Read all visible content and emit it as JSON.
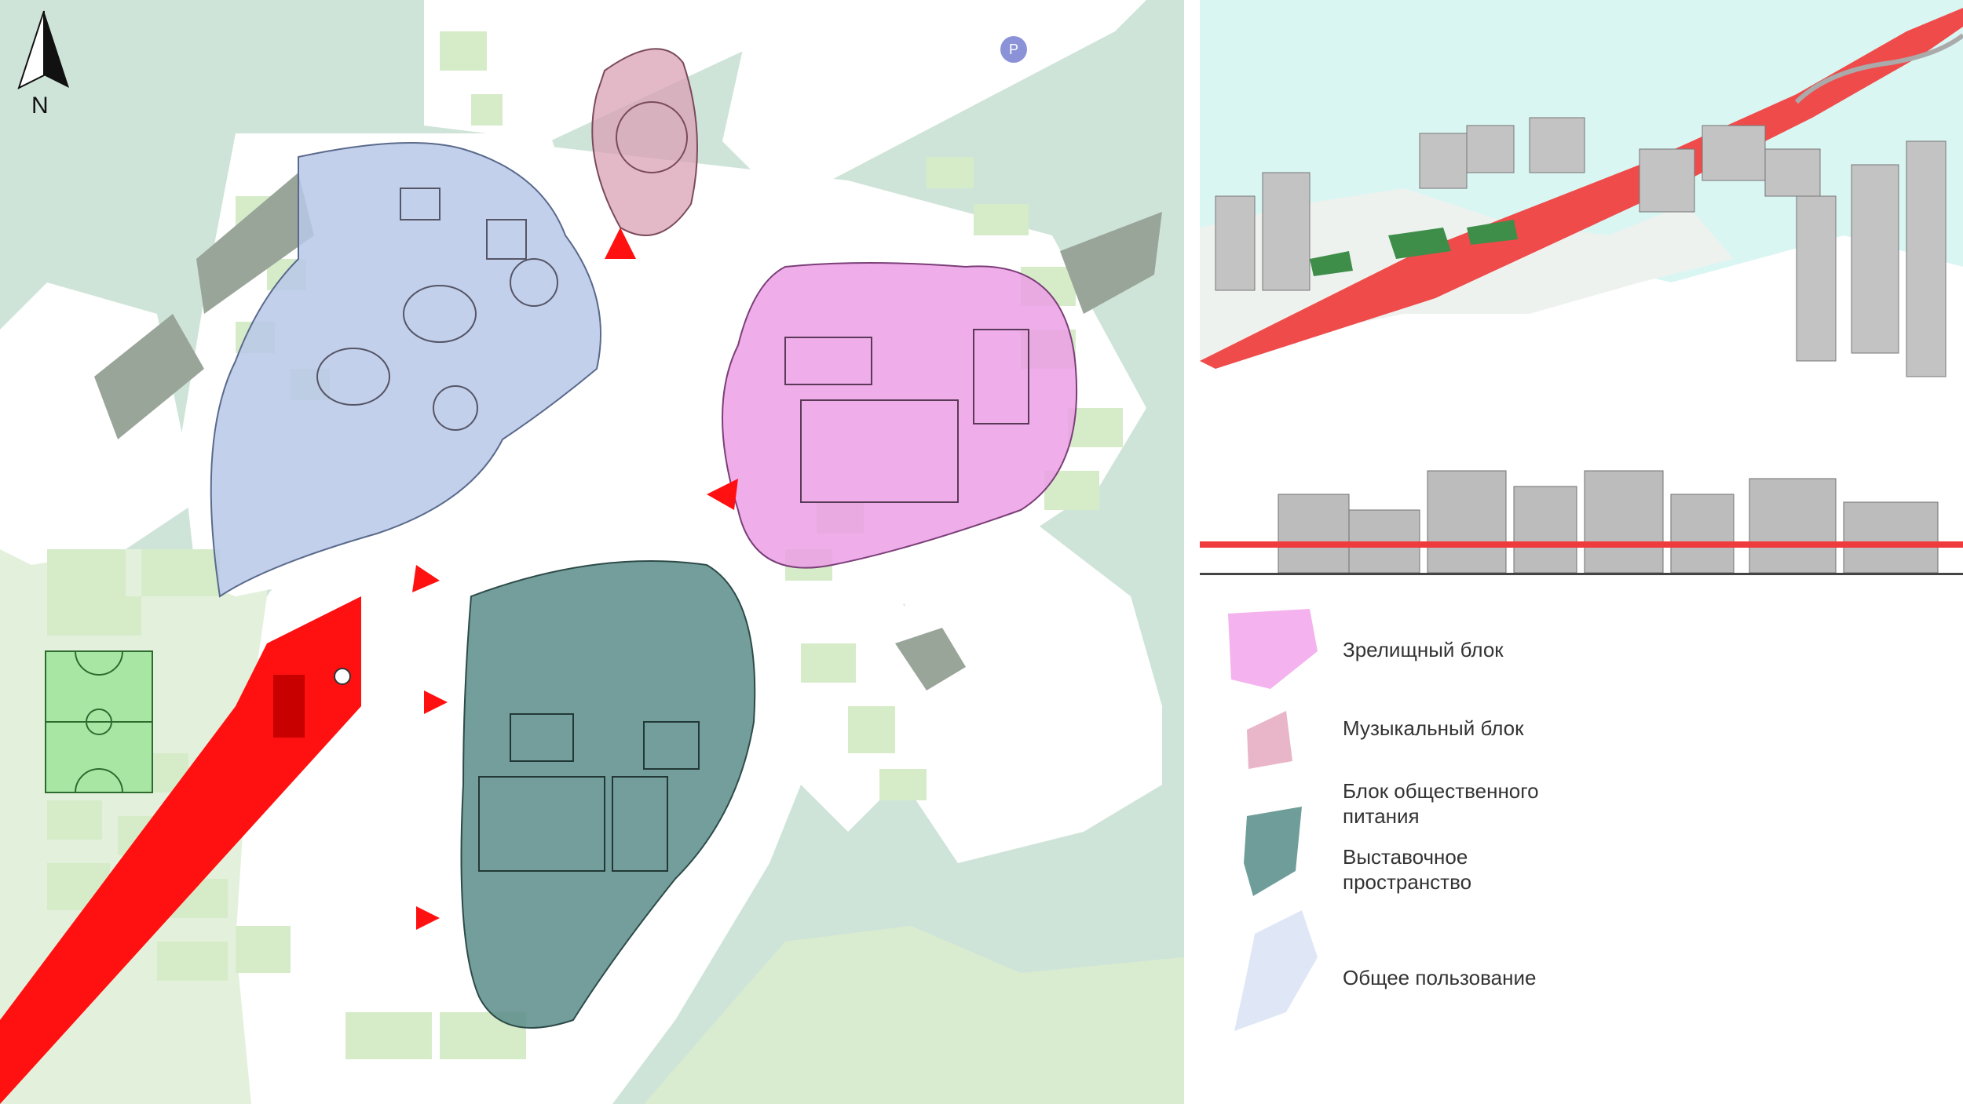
{
  "compass": {
    "label": "N",
    "icon": "north-arrow-icon"
  },
  "parking": {
    "label": "P",
    "icon": "parking-icon",
    "color": "#8c92d8"
  },
  "colors": {
    "water": "#cfe4d8",
    "green": "#dff0d6",
    "spectacle": "#ec9fe6",
    "music": "#d9a1b6",
    "food_exhibition": "#5b8d89",
    "common": "#b9c8e8",
    "walkway": "#ff1111"
  },
  "legend": [
    {
      "label": "Зрелищный блок",
      "color": "#f4b3ee"
    },
    {
      "label": "Музыкальный блок",
      "color": "#e9b5c8"
    },
    {
      "label": "Блок общественного питания",
      "color": "#6f9e9a"
    },
    {
      "label": "Выставочное пространство",
      "color": "#6f9e9a"
    },
    {
      "label": "Общее пользование",
      "color": "#dfe7f6"
    }
  ],
  "legend_display": {
    "spectacle": "Зрелищный блок",
    "music": "Музыкальный блок",
    "food_line1": "Блок общественного",
    "food_line2": "питания",
    "exhibition_line1": "Выставочное",
    "exhibition_line2": "пространство",
    "common": "Общее пользование"
  }
}
